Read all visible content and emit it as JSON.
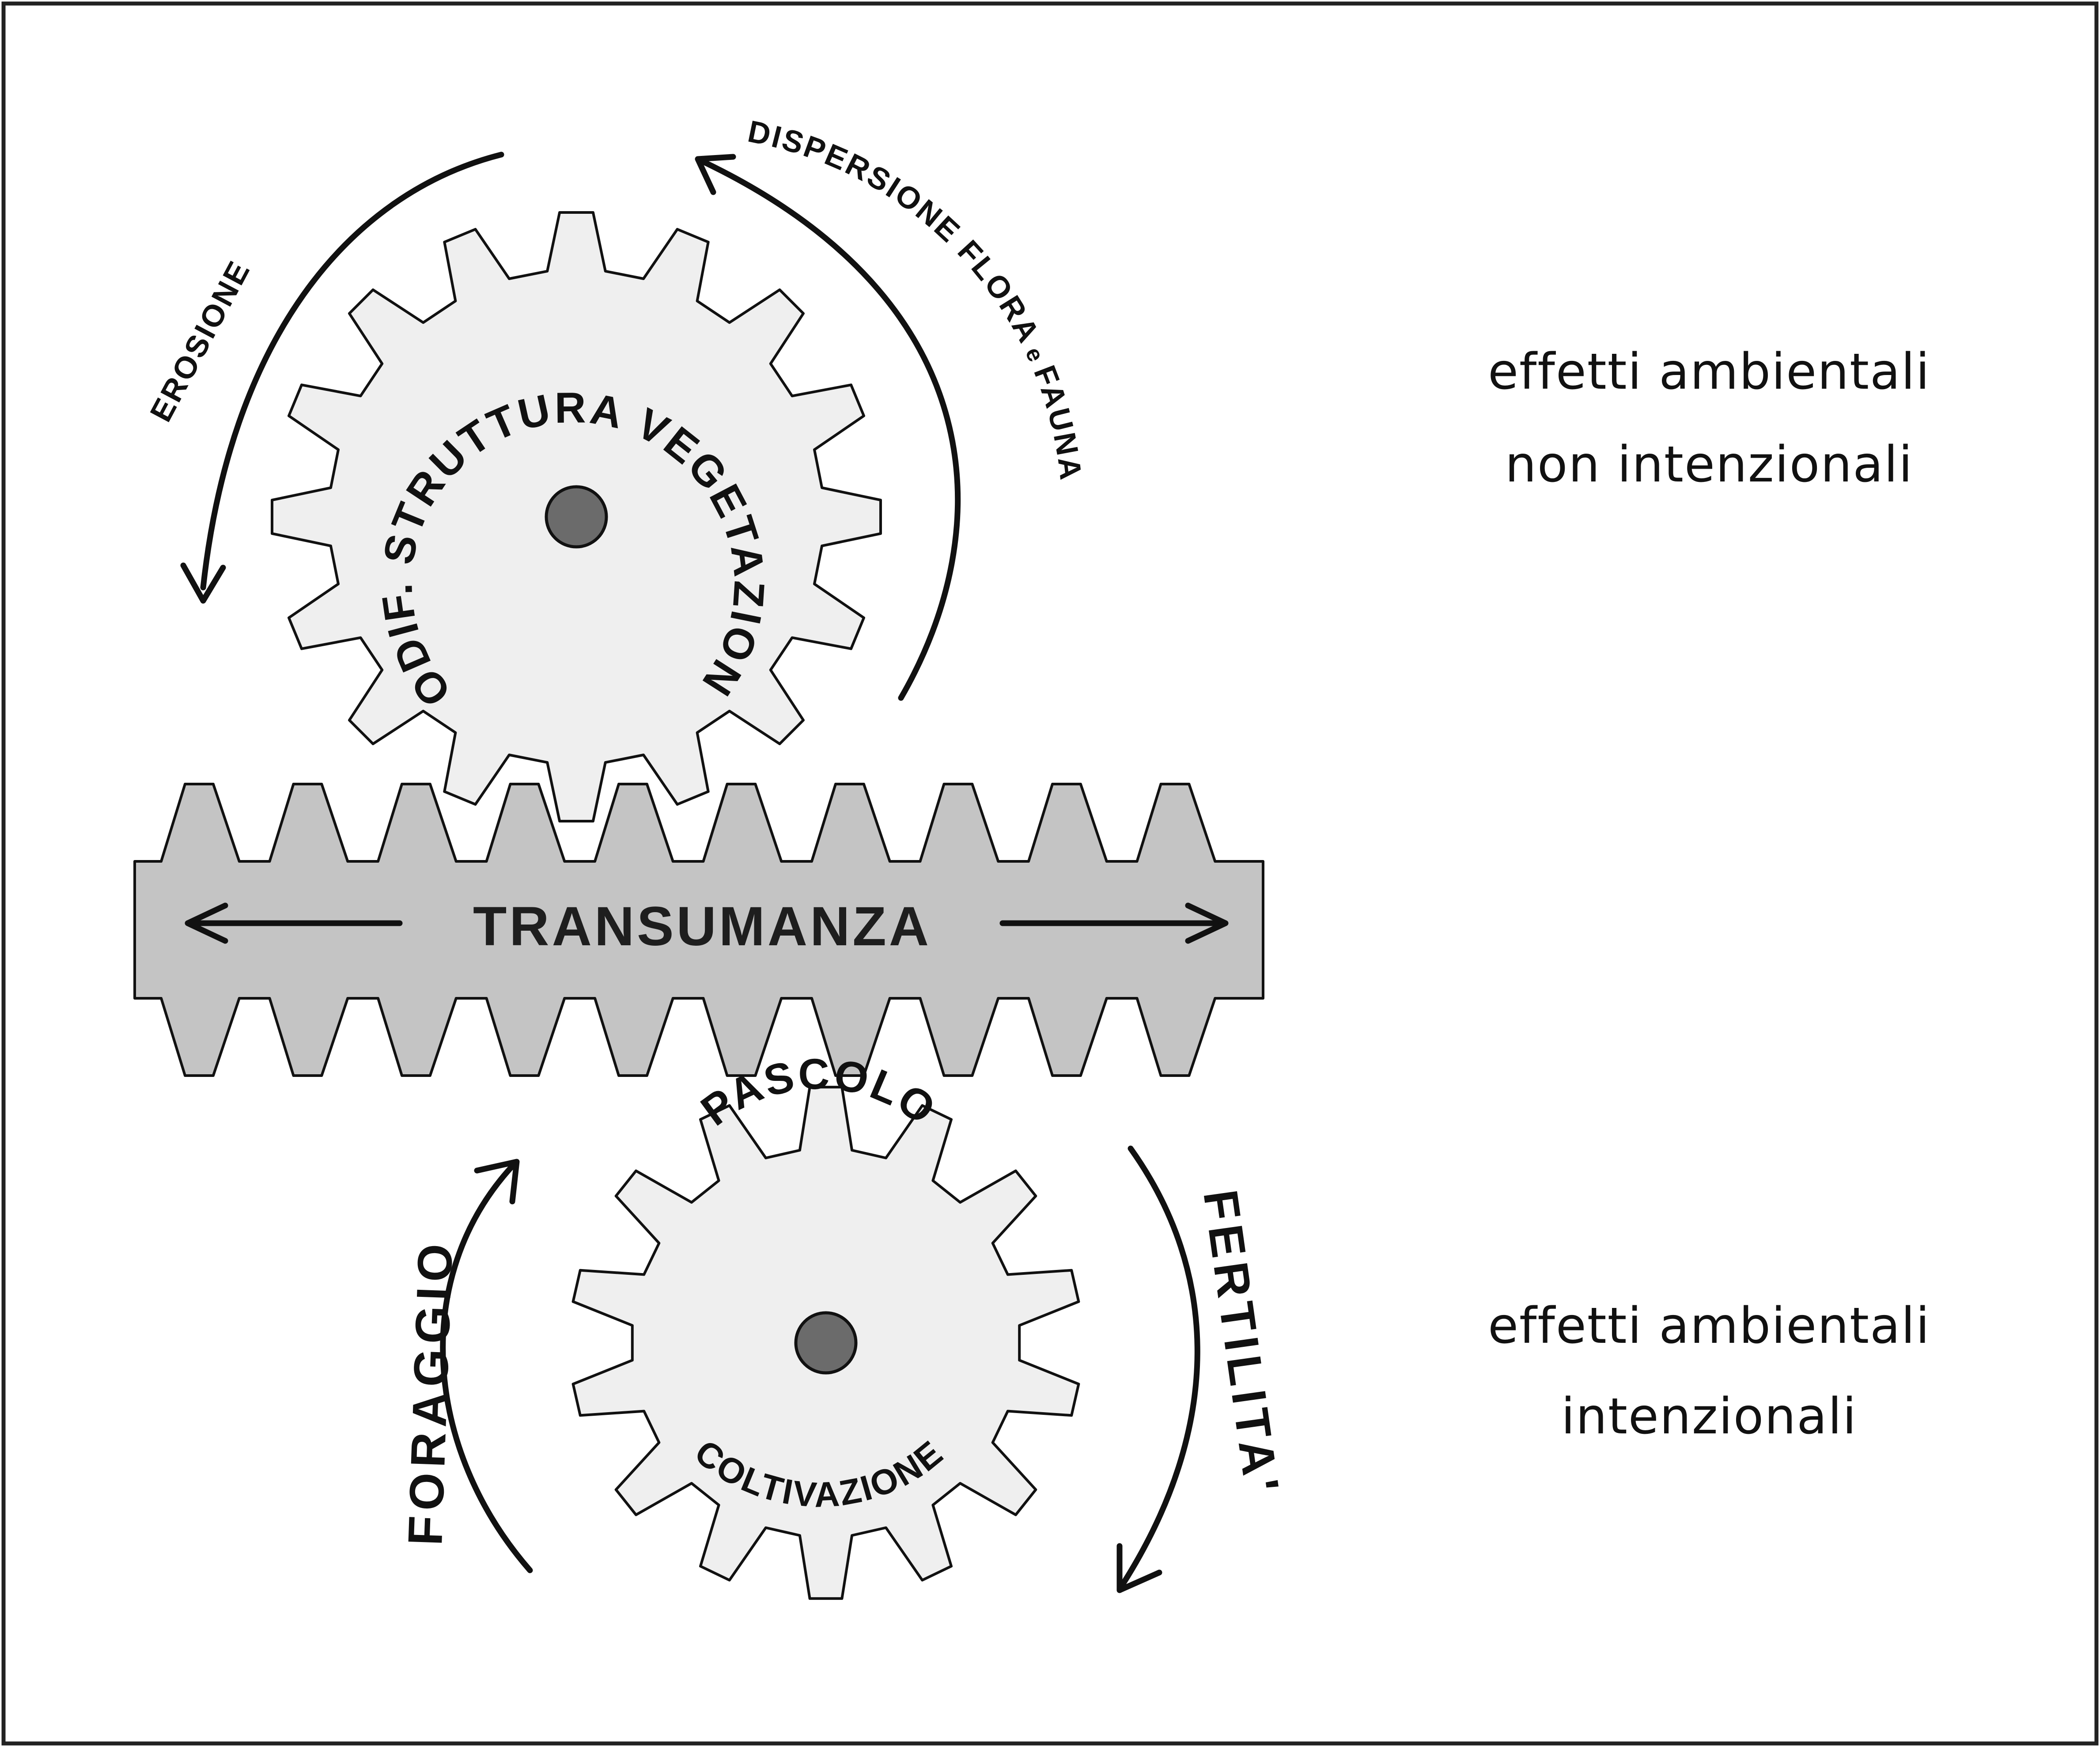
{
  "upper_gear": {
    "label_arc_top": "MODIF. STRUTTURA VEGETAZIONE"
  },
  "lower_gear": {
    "label_top": "PASCOLO",
    "label_bottom": "COLTIVAZIONE"
  },
  "rack": {
    "label": "TRANSUMANZA"
  },
  "arrows": {
    "erosione": "EROSIONE",
    "dispersione_main": "DISPERSIONE FLORA",
    "dispersione_small": "e",
    "dispersione_tail": "FAUNA",
    "foraggio": "FORAGGIO",
    "fertilita": "FERTILITA'"
  },
  "notes": {
    "top_line1": "effetti ambientali",
    "top_line2": "non intenzionali",
    "bottom_line1": "effetti ambientali",
    "bottom_line2": "intenzionali"
  }
}
